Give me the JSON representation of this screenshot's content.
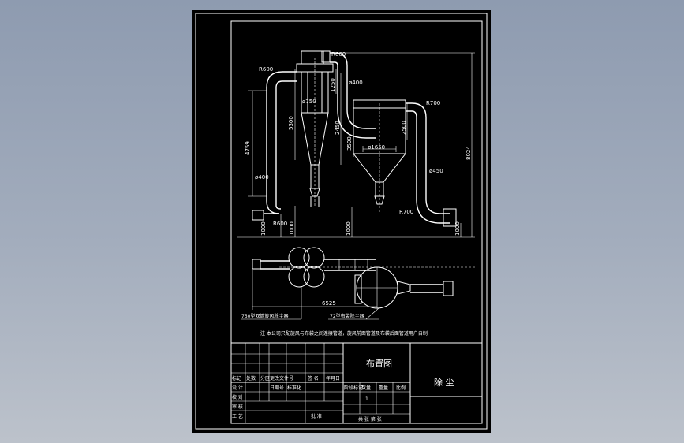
{
  "drawing": {
    "note": "注 本公司只配旋风与布袋之间连接管道，旋风前面管道及布袋后面管道用户自制",
    "elevation_dims": {
      "total_height": "8024",
      "cyclone_height": "5300",
      "pipe_rise": "4759",
      "cyclone_dim_2450": "2450",
      "inlet_1250": "1250",
      "bag_upper_2500": "2500",
      "bag_lower_3500": "3500",
      "base_left": "1000",
      "base_mid_left": "1000",
      "base_mid_right": "1000",
      "base_right": "1000"
    },
    "bend_labels": {
      "top": "R600",
      "left_top": "R600",
      "left_bottom": "R600",
      "right_top": "R700",
      "right_bottom": "R700"
    },
    "diameter_labels": {
      "pipe_400_top": "ø400",
      "cyclone_750": "ø750",
      "pipe_400_left": "ø400",
      "bag_1650": "ø1650",
      "pipe_450": "ø450"
    },
    "plan_view": {
      "length": "6525",
      "callout_left": "750型双筒旋风除尘器",
      "callout_right": "72型布袋除尘器"
    }
  },
  "title_block": {
    "drawing_name": "布置图",
    "product_name": "除 尘",
    "row_revision": [
      "标记",
      "处数",
      "分区",
      "更改文件号",
      "签 名",
      "年月日"
    ],
    "row_design": [
      "设 计",
      "",
      "日期号",
      "标准化",
      "",
      ""
    ],
    "row_check": "校 对",
    "row_review": "审 核",
    "row_process": "工 艺",
    "approve_label": "批 准",
    "stage_headers": [
      "阶段标记",
      "数量",
      "重量",
      "比例"
    ],
    "quantity": "1",
    "sheet_footer": "共 张 第 张"
  }
}
